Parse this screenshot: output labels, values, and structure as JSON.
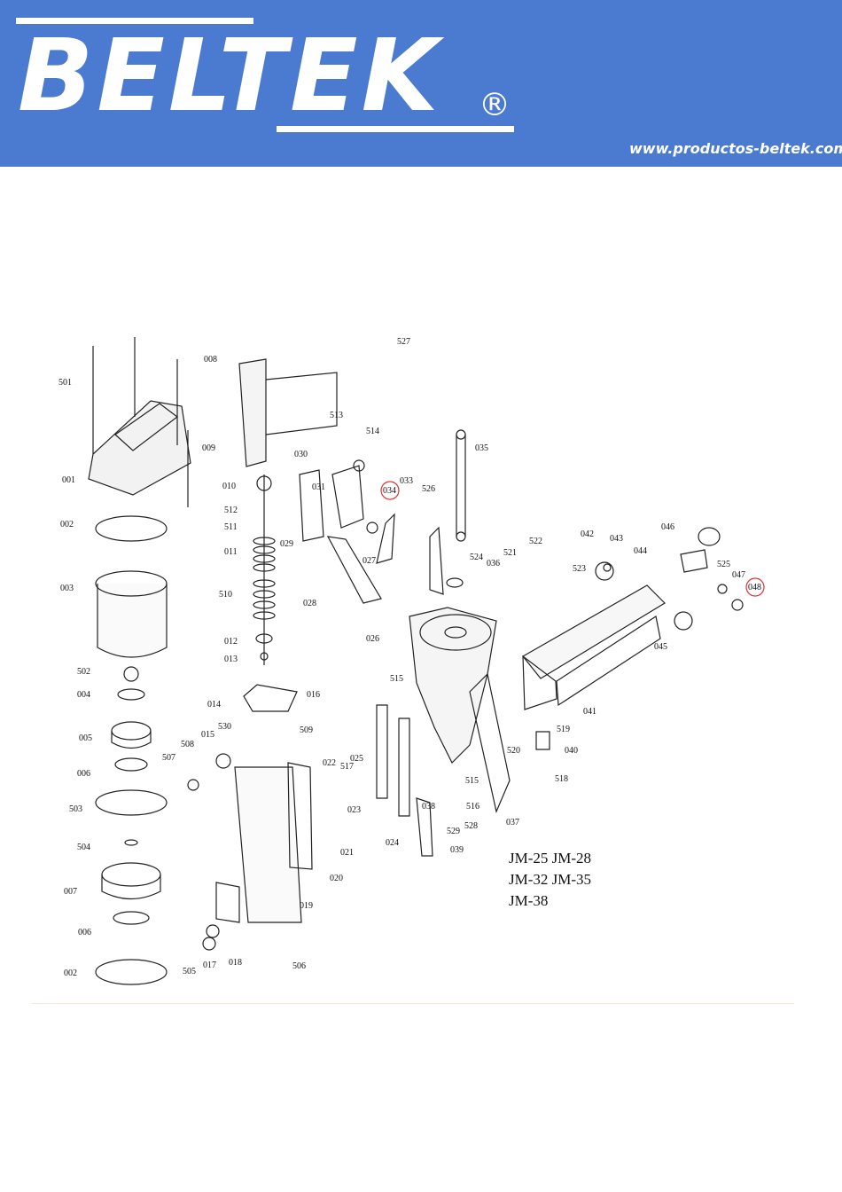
{
  "header": {
    "logo_text": "BELTEK",
    "registered_mark": "®",
    "website": "www.productos-beltek.com.mx",
    "banner_color": "#4a7bd0"
  },
  "diagram": {
    "part_labels": [
      "001",
      "002",
      "003",
      "502",
      "004",
      "005",
      "006",
      "503",
      "504",
      "007",
      "006",
      "002",
      "505",
      "017",
      "018",
      "506",
      "019",
      "020",
      "021",
      "023",
      "022",
      "517",
      "501",
      "008",
      "009",
      "010",
      "512",
      "511",
      "011",
      "510",
      "012",
      "013",
      "014",
      "016",
      "530",
      "509",
      "015",
      "508",
      "507",
      "513",
      "527",
      "030",
      "031",
      "029",
      "028",
      "027",
      "026",
      "514",
      "034",
      "033",
      "526",
      "035",
      "524",
      "036",
      "521",
      "522",
      "523",
      "042",
      "043",
      "044",
      "046",
      "525",
      "047",
      "048",
      "045",
      "041",
      "515",
      "025",
      "024",
      "038",
      "516",
      "529",
      "528",
      "039",
      "037",
      "040",
      "519",
      "520",
      "518",
      "515"
    ],
    "highlighted": [
      "034",
      "048"
    ],
    "highlight_color": "#e03030"
  },
  "models": [
    "JM-25  JM-28",
    "JM-32  JM-35",
    "JM-38"
  ]
}
